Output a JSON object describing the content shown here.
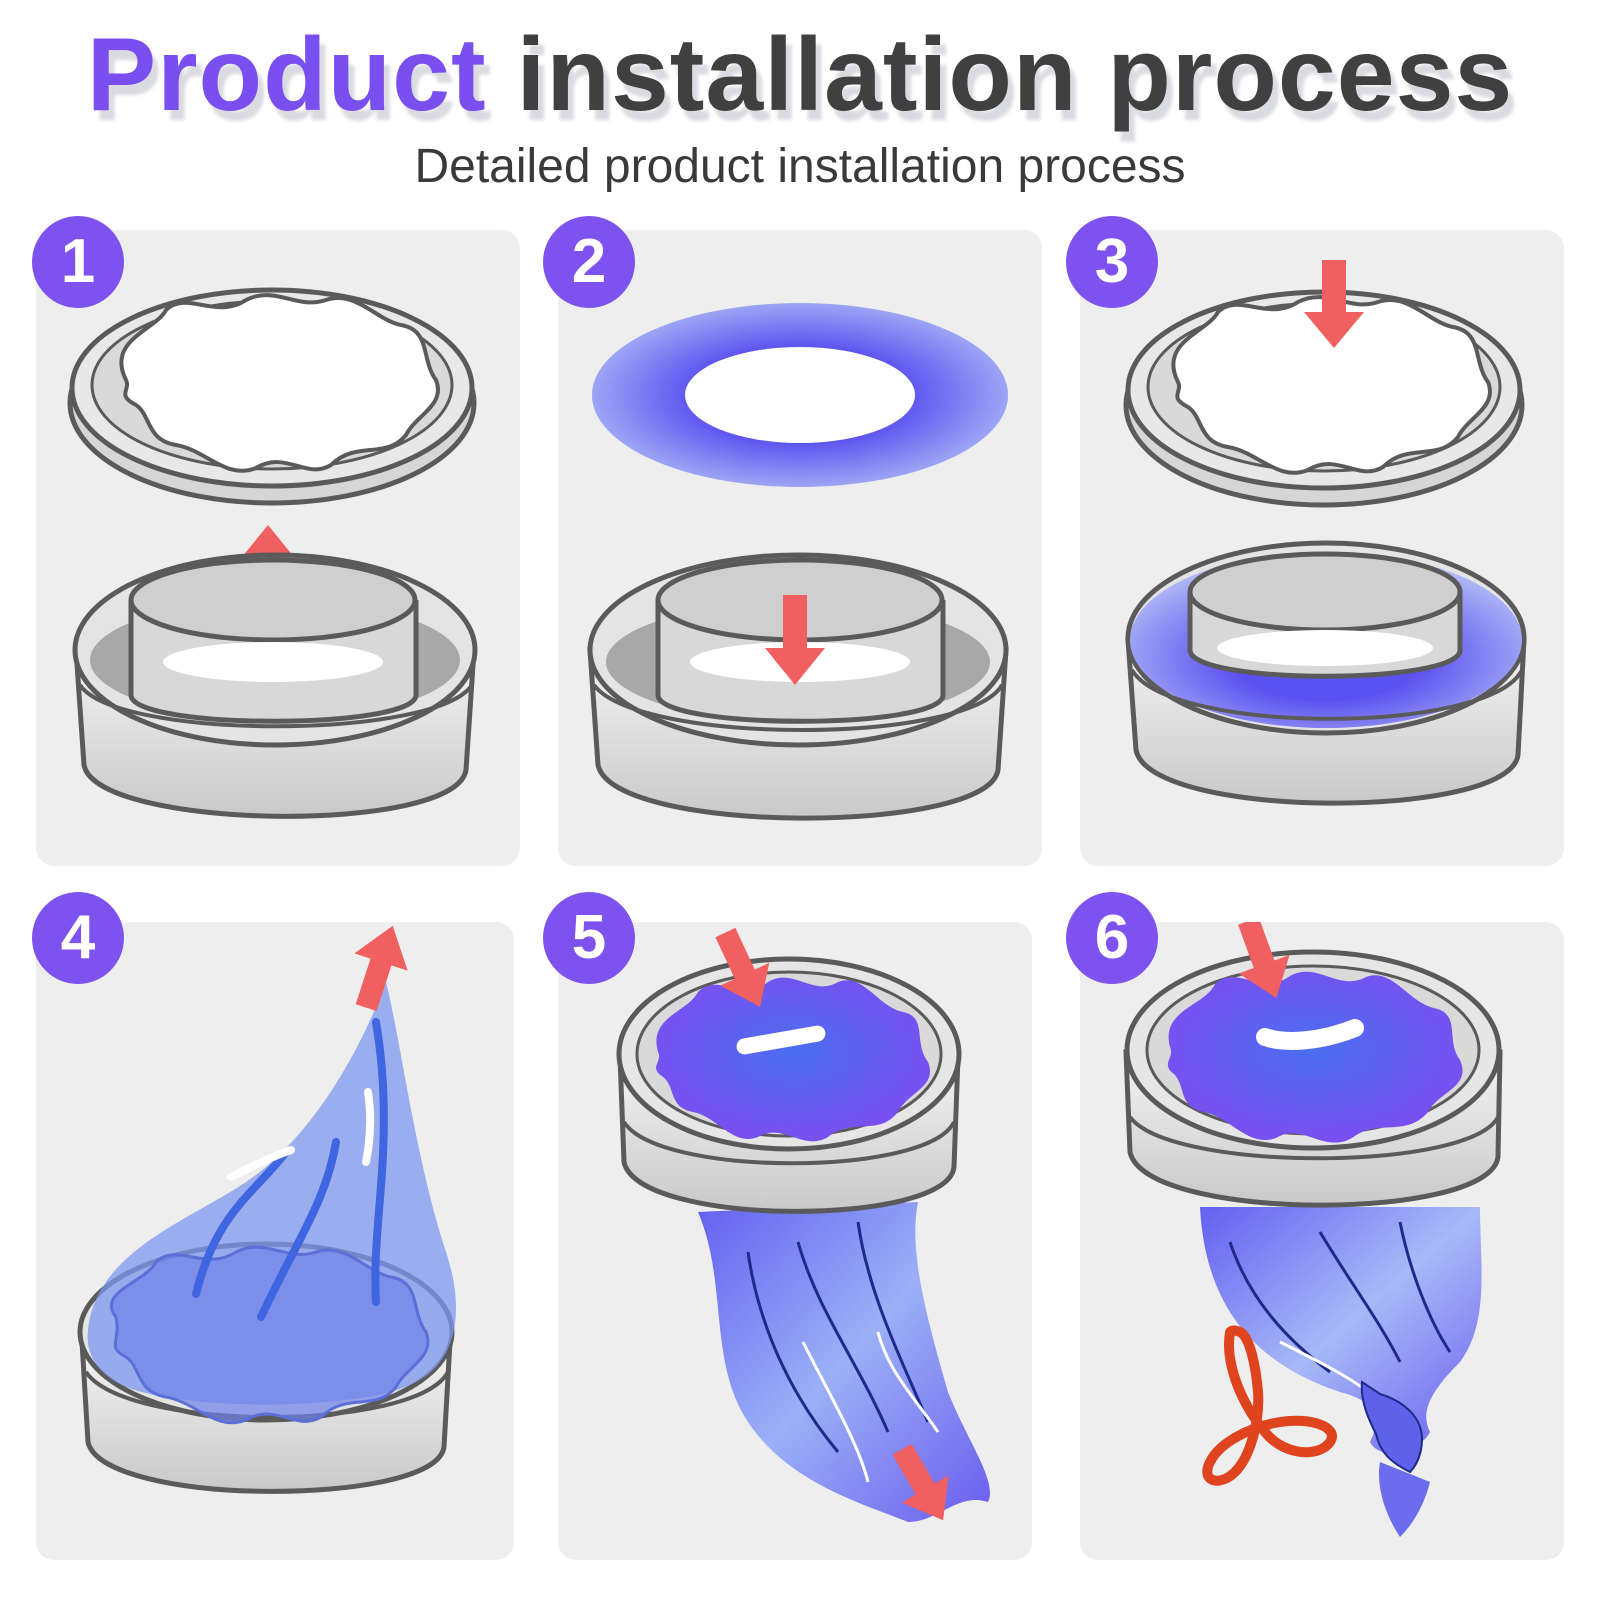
{
  "header": {
    "title_accent": "Product",
    "title_rest": "installation process",
    "subtitle": "Detailed product installation process"
  },
  "steps": [
    {
      "number": "1"
    },
    {
      "number": "2"
    },
    {
      "number": "3"
    },
    {
      "number": "4"
    },
    {
      "number": "5"
    },
    {
      "number": "6"
    }
  ],
  "colors": {
    "accent_purple": "#7d52ee",
    "title_gray": "#404040",
    "panel_bg": "#eeeeef",
    "arrow_red": "#f06060",
    "bag_blue": "#6f6df2",
    "outline_gray": "#555555"
  }
}
